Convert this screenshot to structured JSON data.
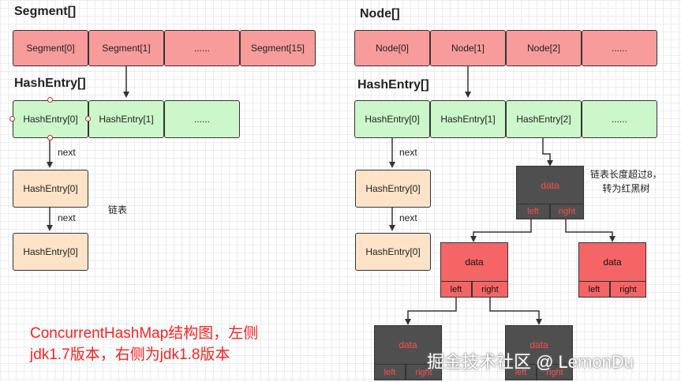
{
  "left": {
    "segment_title": "Segment[]",
    "segments": [
      "Segment[0]",
      "Segment[1]",
      "......",
      "Segment[15]"
    ],
    "hashentry_title": "HashEntry[]",
    "entries": [
      "HashEntry[0]",
      "HashEntry[1]",
      "......"
    ],
    "chain": [
      "HashEntry[0]",
      "HashEntry[0]"
    ],
    "next_label": "next",
    "linked_list_label": "链表"
  },
  "right": {
    "node_title": "Node[]",
    "nodes": [
      "Node[0]",
      "Node[1]",
      "Node[2]",
      "......"
    ],
    "hashentry_title": "HashEntry[]",
    "entries": [
      "HashEntry[0]",
      "HashEntry[1]",
      "HashEntry[2]",
      "......"
    ],
    "chain": [
      "HashEntry[0]",
      "HashEntry[0]"
    ],
    "next_label": "next",
    "tree_note": [
      "链表长度超过8，",
      "转为红黑树"
    ],
    "tree": {
      "data": "data",
      "left": "left",
      "right": "right"
    }
  },
  "caption": [
    "ConcurrentHashMap结构图，左侧",
    "jdk1.7版本，右侧为jdk1.8版本"
  ],
  "watermark": "掘金技术社区 @ LemonDu",
  "colors": {
    "segment": "#f89b9b",
    "entry": "#cbf7cb",
    "chain": "#fde3c7",
    "tree_red": "#f56565",
    "tree_black": "#4f4f4f",
    "caption": "#ff2020"
  }
}
